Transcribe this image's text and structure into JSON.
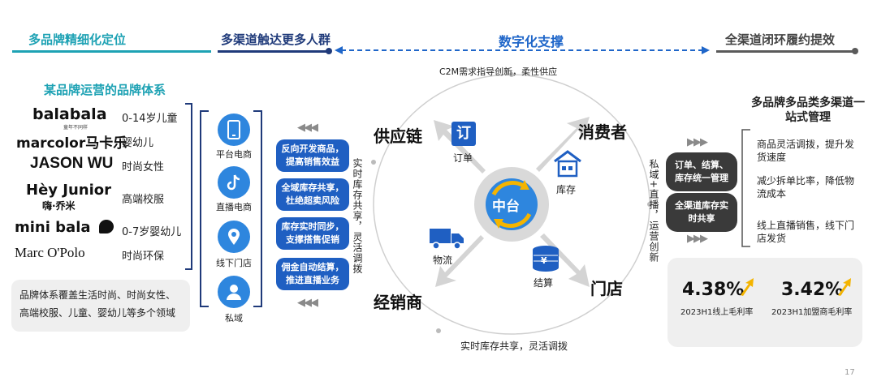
{
  "headers": {
    "h1": "多品牌精细化定位",
    "h2": "多渠道触达更多人群",
    "h3": "数字化支撑",
    "h4": "全渠道闭环履约提效"
  },
  "brand_section": {
    "title": "某品牌运营的品牌体系",
    "brands": [
      {
        "name": "balabala",
        "sub": "童年不同样",
        "desc": "0-14岁儿童"
      },
      {
        "name": "marcolor马卡乐",
        "desc": "婴幼儿"
      },
      {
        "name": "JASON WU",
        "desc": "时尚女性"
      },
      {
        "name": "Hèy Junior",
        "sub": "嗨·乔米",
        "desc": "高端校服"
      },
      {
        "name": "mini bala",
        "desc": "0-7岁婴幼儿"
      },
      {
        "name": "Marc O'Polo",
        "desc": "时尚环保"
      }
    ],
    "summary": "品牌体系覆盖生活时尚、时尚女性、高端校服、儿童、婴幼儿等多个领域"
  },
  "channels": [
    {
      "label": "平台电商",
      "icon": "phone-icon"
    },
    {
      "label": "直播电商",
      "icon": "tiktok-icon"
    },
    {
      "label": "线下门店",
      "icon": "location-pin-icon"
    },
    {
      "label": "私域",
      "icon": "user-icon"
    }
  ],
  "left_pills": [
    "反向开发商品，提高销售效益",
    "全域库存共享，杜绝超卖风险",
    "库存实时同步，支撑搭售促销",
    "佣金自动结算，推进直播业务"
  ],
  "left_vertical": "实时库存共享，灵活调拨",
  "arrows_glyph": "◀◀◀",
  "arrows_right_glyph": "▶▶▶",
  "center": {
    "top_caption": "C2M需求指导创新，柔性供应",
    "bottom_caption": "实时库存共享，灵活调拨",
    "supply_chain": "供应链",
    "consumer": "消费者",
    "distributor": "经销商",
    "store": "门店",
    "hub": "中台",
    "order": "订单",
    "order_glyph": "订",
    "inventory": "库存",
    "logistics": "物流",
    "settlement": "结算",
    "settlement_glyph": "¥"
  },
  "right_vertical": "私域+直播，运营创新",
  "right_pills": [
    "订单、结算、库存统一管理",
    "全渠道库存实时共享"
  ],
  "right_section": {
    "title": "多品牌多品类多渠道一站式管理",
    "points": [
      "商品灵活调拨，提升发货速度",
      "减少拆单比率，降低物流成本",
      "线上直播销售，线下门店发货"
    ]
  },
  "metrics": [
    {
      "value": "4.38%",
      "label": "2023H1线上毛利率"
    },
    {
      "value": "3.42%",
      "label": "2023H1加盟商毛利率"
    }
  ],
  "page_number": "17",
  "colors": {
    "teal": "#1ea2b4",
    "navy": "#1f3a7a",
    "blue": "#1f66c9",
    "pill": "#1f5fc2",
    "pilldark": "#3a3a3a",
    "gold": "#f4b400"
  }
}
